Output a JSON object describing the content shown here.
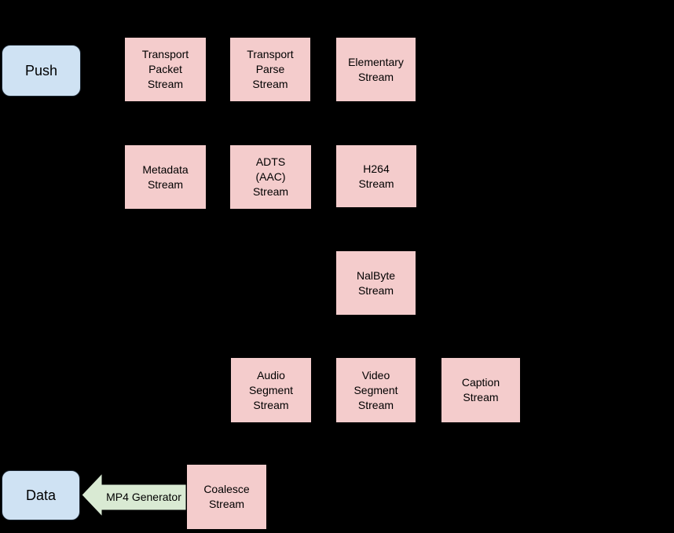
{
  "diagram": {
    "background_color": "#000000",
    "stream_box_color": "#f4cccc",
    "terminal_box_color": "#cfe2f3",
    "generator_arrow_color": "#d9ead3",
    "text_color": "#000000"
  },
  "nodes": [
    {
      "id": "push",
      "type": "terminal",
      "label": "Push"
    },
    {
      "id": "transport-packet-stream",
      "type": "stream",
      "label": "Transport\nPacket\nStream"
    },
    {
      "id": "transport-parse-stream",
      "type": "stream",
      "label": "Transport\nParse\nStream"
    },
    {
      "id": "elementary-stream",
      "type": "stream",
      "label": "Elementary\nStream"
    },
    {
      "id": "metadata-stream",
      "type": "stream",
      "label": "Metadata\nStream"
    },
    {
      "id": "adts-aac-stream",
      "type": "stream",
      "label": "ADTS\n(AAC)\nStream"
    },
    {
      "id": "h264-stream",
      "type": "stream",
      "label": "H264\nStream"
    },
    {
      "id": "nalbyte-stream",
      "type": "stream",
      "label": "NalByte\nStream"
    },
    {
      "id": "audio-segment-stream",
      "type": "stream",
      "label": "Audio\nSegment\nStream"
    },
    {
      "id": "video-segment-stream",
      "type": "stream",
      "label": "Video\nSegment\nStream"
    },
    {
      "id": "caption-stream",
      "type": "stream",
      "label": "Caption\nStream"
    },
    {
      "id": "data",
      "type": "terminal",
      "label": "Data"
    },
    {
      "id": "coalesce-stream",
      "type": "stream",
      "label": "Coalesce\nStream"
    }
  ],
  "arrow": {
    "label": "MP4 Generator",
    "direction": "left"
  }
}
